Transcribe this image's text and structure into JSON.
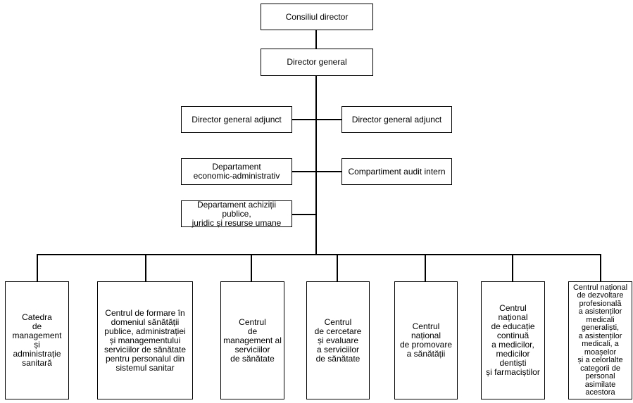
{
  "nodes": {
    "consiliu": "Consiliul director",
    "director": "Director general",
    "adjunct_left": "Director general adjunct",
    "adjunct_right": "Director general adjunct",
    "dept_econ": "Departament\neconomic-administrativ",
    "audit": "Compartiment audit intern",
    "dept_achizitii": "Departament achiziții publice,\njuridic și resurse umane",
    "catedra": "Catedra\nde\nmanagement\nși\nadministrație\nsanitară",
    "centru_formare": "Centrul de formare în\ndomeniul sănătății\npublice, administrației\nși managementului\nserviciilor de sănătate\npentru personalul din\nsistemul sanitar",
    "centru_management": "Centrul\nde\nmanagement al\nserviciilor\nde sănătate",
    "centru_cercetare": "Centrul\nde cercetare\nși evaluare\na serviciilor\nde sănătate",
    "centru_promovare": "Centrul\nnațional\nde promovare\na sănătății",
    "centru_educatie": "Centrul\nnațional\nde educație\ncontinuă\na medicilor,\nmedicilor\ndentiști\nși farmaciștilor",
    "centru_dezvoltare": "Centrul național\nde dezvoltare\nprofesională\na asistenților\nmedicali\ngeneraliști,\na asistenților\nmedicali, a\nmoașelor\nși a celorlalte\ncategorii de\npersonal asimilate\nacestora"
  }
}
